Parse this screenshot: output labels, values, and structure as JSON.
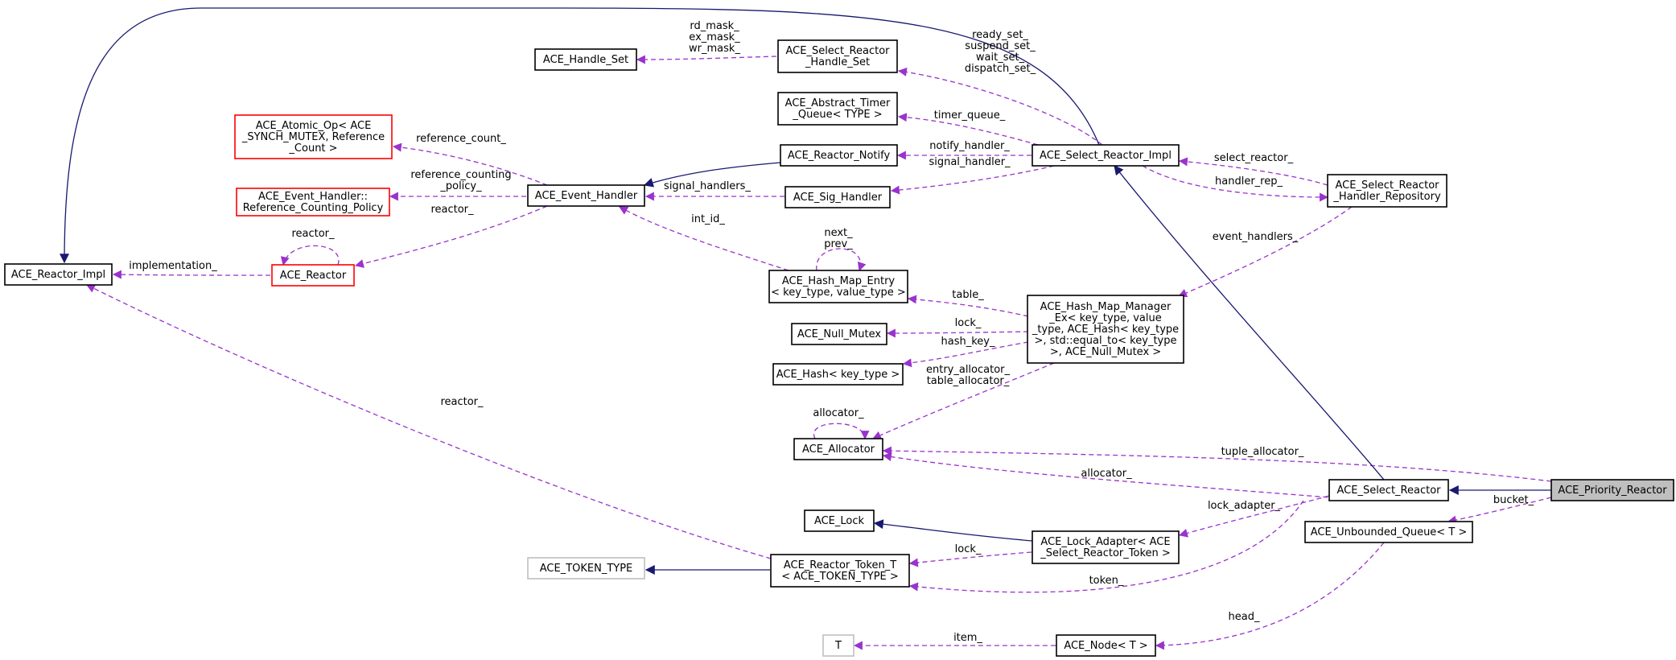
{
  "colors": {
    "inheritance": "#191970",
    "usage": "#9a32cd",
    "border_normal": "#000000",
    "border_truncated": "#ff0000",
    "border_undocumented": "#bfbfbf",
    "fill_normal": "#ffffff",
    "fill_focus": "#bfbfbf"
  },
  "nodes": [
    {
      "id": "handle_set",
      "lines": [
        "ACE_Handle_Set"
      ],
      "style": "normal"
    },
    {
      "id": "select_reactor_handle_set",
      "lines": [
        "ACE_Select_Reactor",
        "_Handle_Set"
      ],
      "style": "normal"
    },
    {
      "id": "abstract_timer_queue",
      "lines": [
        "ACE_Abstract_Timer",
        "_Queue< TYPE >"
      ],
      "style": "normal"
    },
    {
      "id": "atomic_op",
      "lines": [
        "ACE_Atomic_Op< ACE",
        "_SYNCH_MUTEX, Reference",
        "_Count >"
      ],
      "style": "truncated"
    },
    {
      "id": "reactor_notify",
      "lines": [
        "ACE_Reactor_Notify"
      ],
      "style": "normal"
    },
    {
      "id": "select_reactor_impl",
      "lines": [
        "ACE_Select_Reactor_Impl"
      ],
      "style": "normal"
    },
    {
      "id": "ref_counting_policy",
      "lines": [
        "ACE_Event_Handler::",
        "Reference_Counting_Policy"
      ],
      "style": "truncated"
    },
    {
      "id": "event_handler",
      "lines": [
        "ACE_Event_Handler"
      ],
      "style": "normal"
    },
    {
      "id": "sig_handler",
      "lines": [
        "ACE_Sig_Handler"
      ],
      "style": "normal"
    },
    {
      "id": "handler_repository",
      "lines": [
        "ACE_Select_Reactor",
        "_Handler_Repository"
      ],
      "style": "normal"
    },
    {
      "id": "reactor_impl",
      "lines": [
        "ACE_Reactor_Impl"
      ],
      "style": "normal"
    },
    {
      "id": "reactor",
      "lines": [
        "ACE_Reactor"
      ],
      "style": "truncated"
    },
    {
      "id": "hash_map_entry",
      "lines": [
        "ACE_Hash_Map_Entry",
        "< key_type, value_type >"
      ],
      "style": "normal"
    },
    {
      "id": "hash_map_manager",
      "lines": [
        "ACE_Hash_Map_Manager",
        "_Ex< key_type, value",
        "_type, ACE_Hash< key_type",
        ">, std::equal_to< key_type",
        ">, ACE_Null_Mutex >"
      ],
      "style": "normal"
    },
    {
      "id": "null_mutex",
      "lines": [
        "ACE_Null_Mutex"
      ],
      "style": "normal"
    },
    {
      "id": "hash",
      "lines": [
        "ACE_Hash< key_type >"
      ],
      "style": "normal"
    },
    {
      "id": "allocator",
      "lines": [
        "ACE_Allocator"
      ],
      "style": "normal"
    },
    {
      "id": "select_reactor",
      "lines": [
        "ACE_Select_Reactor"
      ],
      "style": "normal"
    },
    {
      "id": "priority_reactor",
      "lines": [
        "ACE_Priority_Reactor"
      ],
      "style": "focus"
    },
    {
      "id": "lock",
      "lines": [
        "ACE_Lock"
      ],
      "style": "normal"
    },
    {
      "id": "unbounded_queue",
      "lines": [
        "ACE_Unbounded_Queue< T >"
      ],
      "style": "normal"
    },
    {
      "id": "lock_adapter",
      "lines": [
        "ACE_Lock_Adapter< ACE",
        "_Select_Reactor_Token >"
      ],
      "style": "normal"
    },
    {
      "id": "token_type",
      "lines": [
        "ACE_TOKEN_TYPE"
      ],
      "style": "undocumented"
    },
    {
      "id": "reactor_token",
      "lines": [
        "ACE_Reactor_Token_T",
        "< ACE_TOKEN_TYPE >"
      ],
      "style": "normal"
    },
    {
      "id": "t",
      "lines": [
        "T"
      ],
      "style": "undocumented"
    },
    {
      "id": "node",
      "lines": [
        "ACE_Node< T >"
      ],
      "style": "normal"
    }
  ],
  "edges": [
    {
      "id": "e1",
      "kind": "usage",
      "lines": [
        "rd_mask_",
        "ex_mask_",
        "wr_mask_"
      ]
    },
    {
      "id": "e2",
      "kind": "usage",
      "lines": [
        "ready_set_",
        "suspend_set_",
        "wait_set_",
        "dispatch_set_"
      ]
    },
    {
      "id": "e3",
      "kind": "usage",
      "lines": [
        "timer_queue_"
      ]
    },
    {
      "id": "e4",
      "kind": "usage",
      "lines": [
        "notify_handler_"
      ]
    },
    {
      "id": "e5",
      "kind": "usage",
      "lines": [
        "signal_handler_"
      ]
    },
    {
      "id": "e6",
      "kind": "usage",
      "lines": [
        "select_reactor_"
      ]
    },
    {
      "id": "e7",
      "kind": "usage",
      "lines": [
        "handler_rep_"
      ]
    },
    {
      "id": "e8",
      "kind": "usage",
      "lines": [
        "reference_count_"
      ]
    },
    {
      "id": "e9",
      "kind": "usage",
      "lines": [
        "reference_counting",
        "_policy_"
      ]
    },
    {
      "id": "e10",
      "kind": "usage",
      "lines": [
        "signal_handlers_"
      ]
    },
    {
      "id": "e11",
      "kind": "usage",
      "lines": [
        "reactor_"
      ]
    },
    {
      "id": "e12",
      "kind": "usage",
      "lines": [
        "reactor_"
      ]
    },
    {
      "id": "e13",
      "kind": "usage",
      "lines": [
        "implementation_"
      ]
    },
    {
      "id": "e14",
      "kind": "usage",
      "lines": [
        "int_id_"
      ]
    },
    {
      "id": "e15",
      "kind": "usage",
      "lines": [
        "next_",
        "prev_"
      ]
    },
    {
      "id": "e16",
      "kind": "usage",
      "lines": [
        "event_handlers_"
      ]
    },
    {
      "id": "e17",
      "kind": "usage",
      "lines": [
        "table_"
      ]
    },
    {
      "id": "e18",
      "kind": "usage",
      "lines": [
        "lock_"
      ]
    },
    {
      "id": "e19",
      "kind": "usage",
      "lines": [
        "hash_key_"
      ]
    },
    {
      "id": "e20",
      "kind": "usage",
      "lines": [
        "entry_allocator_",
        "table_allocator_"
      ]
    },
    {
      "id": "e21",
      "kind": "usage",
      "lines": [
        "allocator_"
      ]
    },
    {
      "id": "e22",
      "kind": "usage",
      "lines": [
        "tuple_allocator_"
      ]
    },
    {
      "id": "e23",
      "kind": "usage",
      "lines": [
        "allocator_"
      ]
    },
    {
      "id": "e24",
      "kind": "usage",
      "lines": [
        "reactor_"
      ]
    },
    {
      "id": "e25",
      "kind": "usage",
      "lines": [
        "lock_adapter_"
      ]
    },
    {
      "id": "e26",
      "kind": "usage",
      "lines": [
        "bucket_"
      ]
    },
    {
      "id": "e27",
      "kind": "usage",
      "lines": [
        "lock_"
      ]
    },
    {
      "id": "e28",
      "kind": "usage",
      "lines": [
        "token_"
      ]
    },
    {
      "id": "e29",
      "kind": "usage",
      "lines": [
        "head_"
      ]
    },
    {
      "id": "e30",
      "kind": "usage",
      "lines": [
        "item_"
      ]
    },
    {
      "id": "i1",
      "kind": "inheritance",
      "lines": []
    },
    {
      "id": "i2",
      "kind": "inheritance",
      "lines": []
    },
    {
      "id": "i3",
      "kind": "inheritance",
      "lines": []
    },
    {
      "id": "i4",
      "kind": "inheritance",
      "lines": []
    },
    {
      "id": "i5",
      "kind": "inheritance",
      "lines": []
    },
    {
      "id": "i6",
      "kind": "inheritance",
      "lines": []
    }
  ]
}
